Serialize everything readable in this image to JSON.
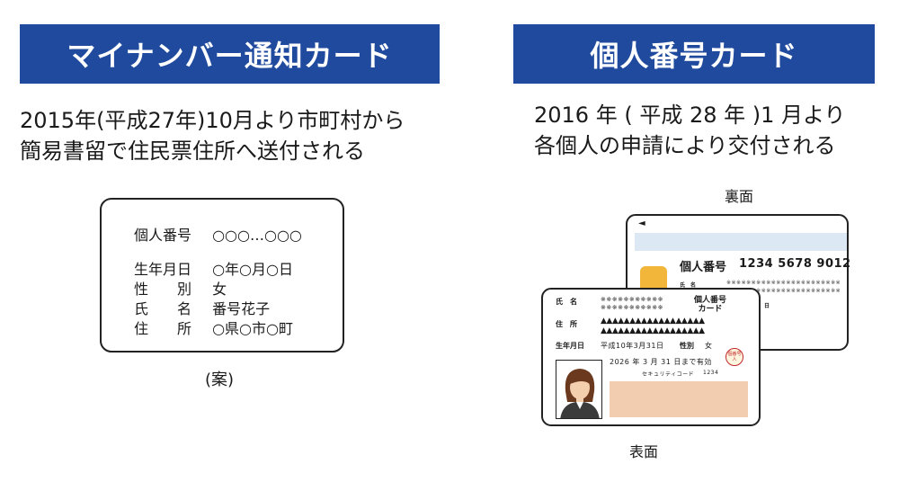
{
  "left": {
    "banner": "マイナンバー通知カード",
    "desc_line1": "2015年(平成27年)10月より市町村から",
    "desc_line2": "簡易書留で住民票住所へ送付される",
    "card": {
      "number_label": "個人番号",
      "number_value": "○○○…○○○",
      "dob_label": "生年月日",
      "dob_value": "○年○月○日",
      "sex_label_1": "性",
      "sex_label_2": "別",
      "sex_value": "女",
      "name_label_1": "氏",
      "name_label_2": "名",
      "name_value": "番号花子",
      "addr_label_1": "住",
      "addr_label_2": "所",
      "addr_value": "○県○市○町"
    },
    "caption": "(案)"
  },
  "right": {
    "banner": "個人番号カード",
    "desc_line1": "2016 年 ( 平成 28 年 )1 月より",
    "desc_line2": "各個人の申請により交付される",
    "back_caption": "裏面",
    "front_caption": "表面",
    "back_card": {
      "triangle": "◄",
      "number_label": "個人番号",
      "number_value": "1234 5678 9012",
      "name_label": "氏　名",
      "stars_1": "※※※※※※※※※※※※※※※※※※※※※※※",
      "stars_2": "※※※※※※※※※※※※※※※※※※※※※※※",
      "dob_small": "日"
    },
    "front_card": {
      "name_label": "氏　名",
      "name_stars_1": "※※※※※※※※※※※",
      "name_stars_2": "※※※※※※※※※※※",
      "brand_line1": "個人番号",
      "brand_line2": "カード",
      "addr_label": "住　所",
      "addr_tris_1": "▲▲▲▲▲▲▲▲▲▲▲▲▲▲▲▲▲▲",
      "addr_tris_2": "▲▲▲▲▲▲▲▲▲▲▲▲▲▲▲▲▲▲",
      "dob_label": "生年月日",
      "dob_value": "平成10年3月31日",
      "sex_label": "性別",
      "sex_value": "女",
      "valid_text": "2026 年 3 月 31 日まで有効",
      "security_label": "セキュリティコード",
      "security_value": "1234",
      "stamp": "個番号人"
    }
  }
}
